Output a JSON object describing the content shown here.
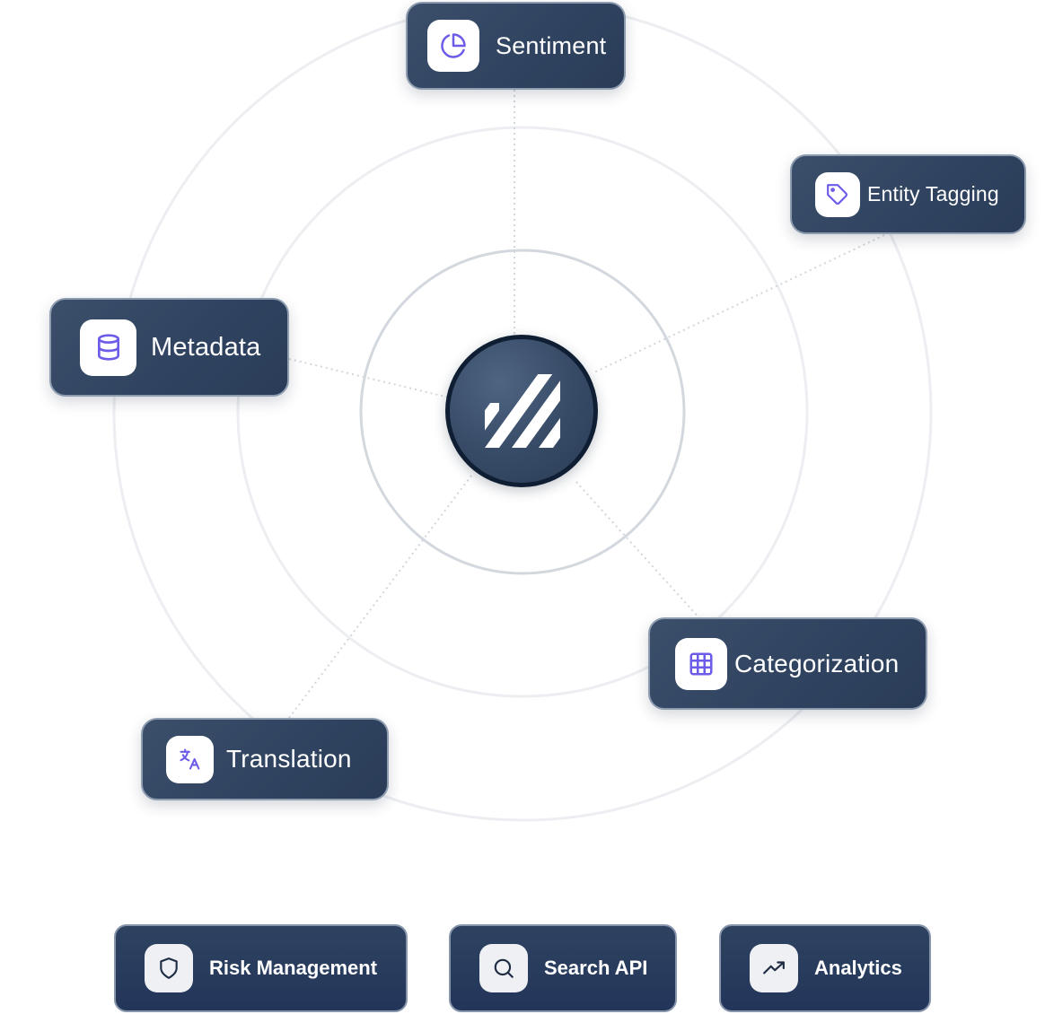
{
  "center": {
    "icon": "striped-check-logo-icon"
  },
  "accent_color": "#6c5ce7",
  "nodes": [
    {
      "key": "sentiment",
      "label": "Sentiment",
      "icon": "pie-chart-icon"
    },
    {
      "key": "entity",
      "label": "Entity Tagging",
      "icon": "tag-icon"
    },
    {
      "key": "metadata",
      "label": "Metadata",
      "icon": "database-icon"
    },
    {
      "key": "categorization",
      "label": "Categorization",
      "icon": "grid-icon"
    },
    {
      "key": "translation",
      "label": "Translation",
      "icon": "translate-icon"
    }
  ],
  "tiles": [
    {
      "label": "Risk Management",
      "icon": "shield-icon"
    },
    {
      "label": "Search API",
      "icon": "search-icon"
    },
    {
      "label": "Analytics",
      "icon": "trending-up-icon"
    }
  ]
}
